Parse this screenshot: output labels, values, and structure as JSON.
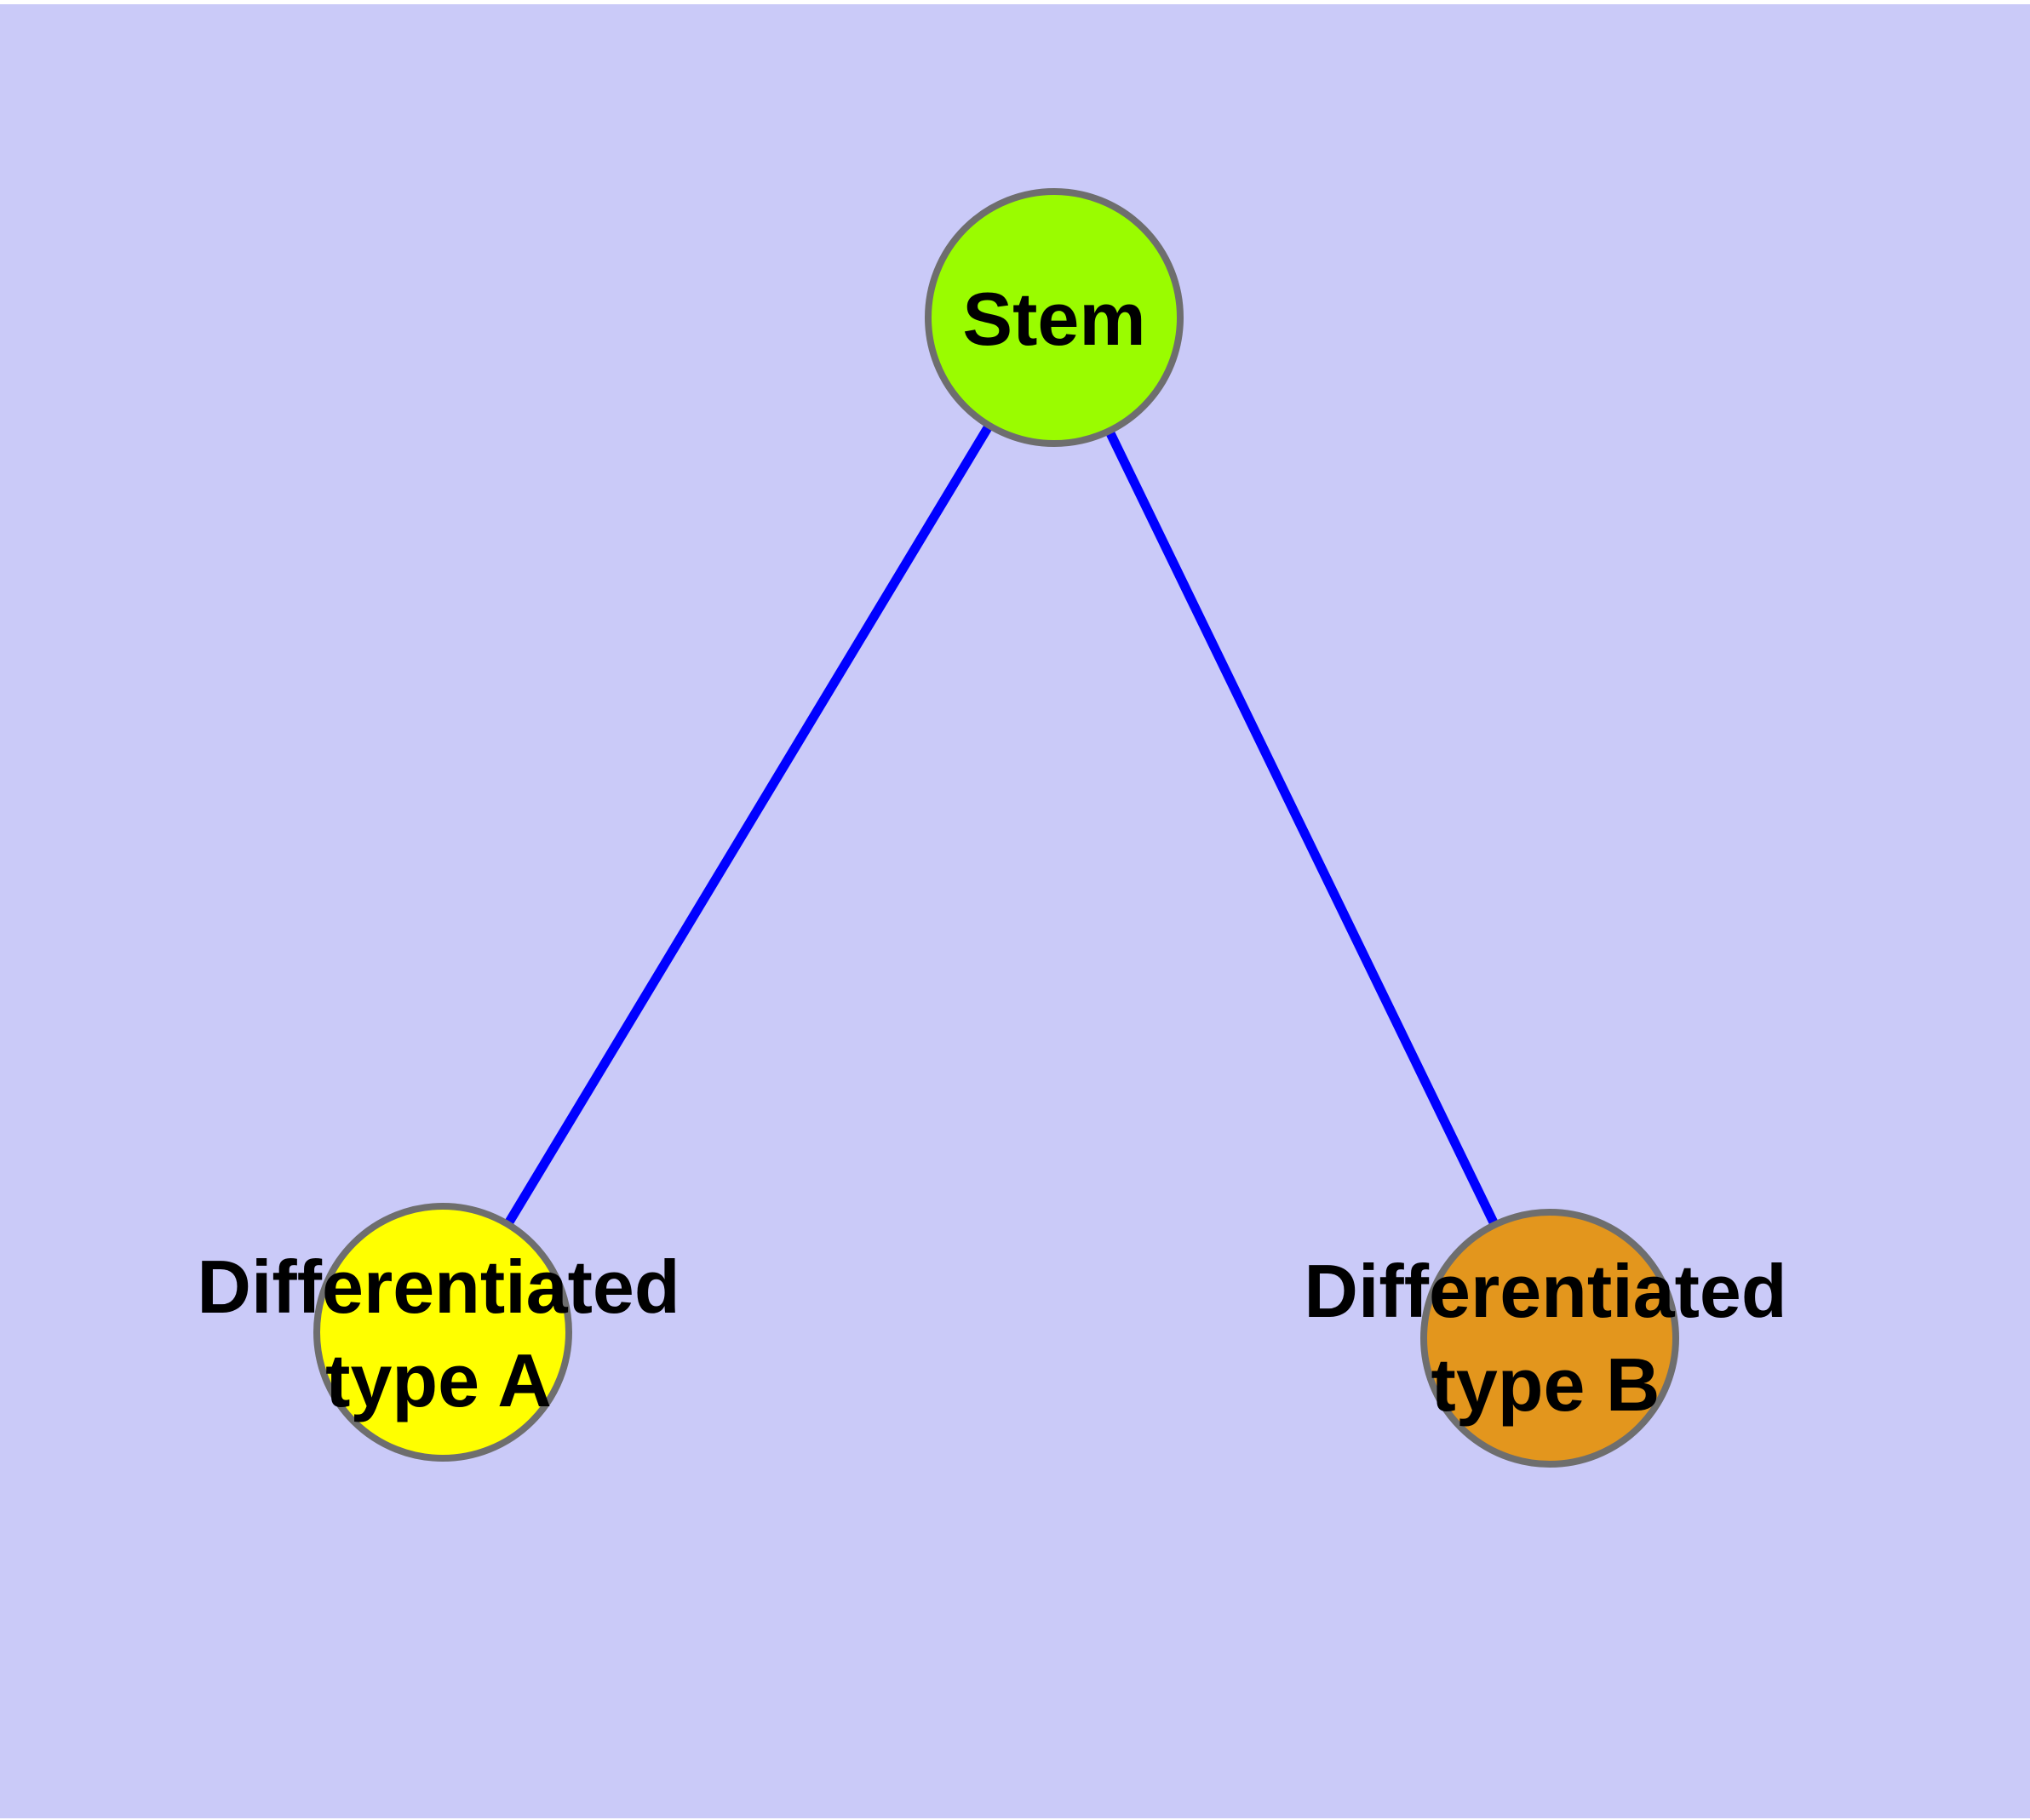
{
  "canvas": {
    "background": "#CACAF8"
  },
  "graph": {
    "nodes": [
      {
        "id": "stem",
        "label": "Stem",
        "lines": [
          "Stem"
        ],
        "fill": "#9AFC00",
        "border": "#6E6E6E",
        "label_color": "#000000"
      },
      {
        "id": "differentiated-type-a",
        "label": "Differentiated type A",
        "lines": [
          "Differentiated",
          "type A"
        ],
        "fill": "#FFFF00",
        "border": "#6E6E6E",
        "label_color": "#000000"
      },
      {
        "id": "differentiated-type-b",
        "label": "Differentiated type B",
        "lines": [
          "Differentiated",
          "type B"
        ],
        "fill": "#E3961D",
        "border": "#6E6E6E",
        "label_color": "#000000"
      }
    ],
    "edges": [
      {
        "from": "stem",
        "to": "differentiated-type-a",
        "color": "#0000FF"
      },
      {
        "from": "stem",
        "to": "differentiated-type-b",
        "color": "#0000FF"
      }
    ]
  }
}
